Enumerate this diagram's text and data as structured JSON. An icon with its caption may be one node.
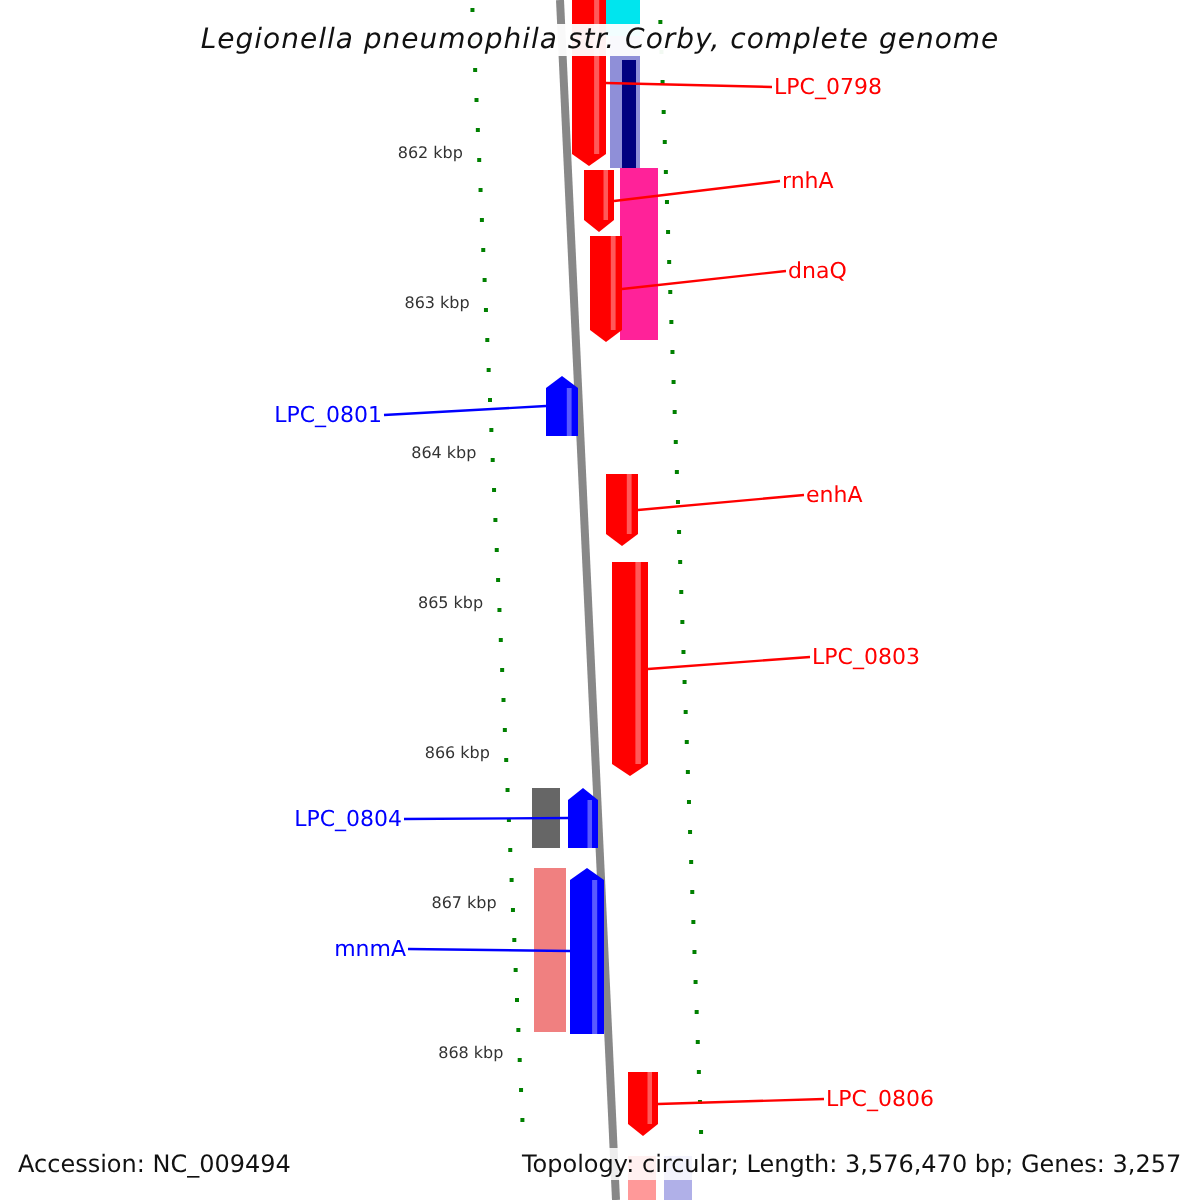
{
  "diagram": {
    "title": "Legionella pneumophila str. Corby, complete genome",
    "nodes": [
      {
        "text": [
          "LPC_0798"
        ]
      },
      {
        "text": [],
        "shape": "bar"
      },
      {
        "text": [
          "rnhA"
        ]
      },
      {
        "text": [],
        "shape": "bar"
      },
      {
        "text": [
          "dnaQ"
        ]
      },
      {
        "text": [],
        "shape": "bar"
      },
      {
        "text": [
          "LPC_0801"
        ]
      },
      {
        "text": [],
        "shape": "bar"
      },
      {
        "text": [
          "enhA"
        ]
      },
      {
        "text": [],
        "shape": "bar"
      },
      {
        "text": [
          "LPC_0803"
        ]
      },
      {
        "text": [],
        "shape": "bar"
      },
      {
        "text": [
          "LPC_0804"
        ]
      },
      {
        "text": [],
        "shape": "bar"
      },
      {
        "text": [
          "mnmA"
        ]
      },
      {
        "text": [],
        "shape": "bar"
      },
      {
        "text": [
          "LPC_0806"
        ]
      },
      {
        "text": [],
        "shape": "bar"
      }
    ],
    "edges": [
      {
        "from": 0,
        "to": 1,
        "arrow": "none"
      },
      {
        "from": 2,
        "to": 3,
        "arrow": "none"
      },
      {
        "from": 4,
        "to": 5,
        "arrow": "none"
      },
      {
        "from": 6,
        "to": 7,
        "arrow": "none",
        "color": "#0000ff"
      },
      {
        "from": 8,
        "to": 9,
        "arrow": "none"
      },
      {
        "from": 10,
        "to": 11,
        "arrow": "none"
      },
      {
        "from": 12,
        "to": 13,
        "arrow": "none",
        "color": "#0000ff"
      },
      {
        "from": 14,
        "to": 15,
        "arrow": "none",
        "color": "#0000ff"
      },
      {
        "from": 16,
        "to": 17,
        "arrow": "none"
      }
    ],
    "labels": [
      "862 kbp",
      "863 kbp",
      "864 kbp",
      "865 kbp",
      "866 kbp",
      "867 kbp",
      "868 kbp",
      "Accession: NC_009494",
      "Topology: circular; Length: 3,576,470 bp; Genes: 3,257"
    ]
  }
}
